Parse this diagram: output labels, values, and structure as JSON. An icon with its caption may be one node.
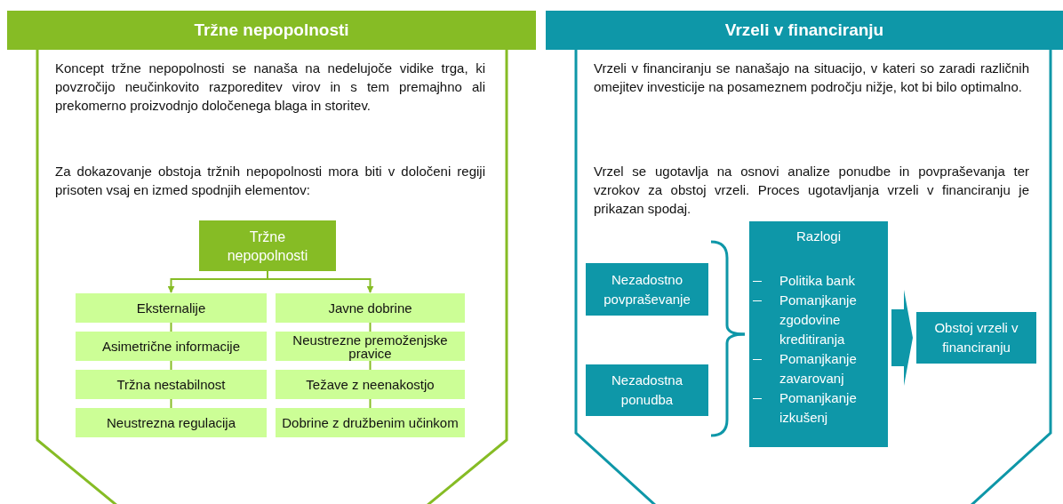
{
  "diagram": {
    "nodes": [
      {
        "text": [
          "Tržne nepopolnosti",
          "Koncept tržne nepopolnosti se nanaša na nedelujoče vidike trga, ki povzročijo neučinkovito razporeditev virov in s tem premajhno ali prekomerno proizvodnjo določenega blaga in storitev.",
          "Za dokazovanje obstoja tržnih nepopolnosti mora biti v določeni regiji prisoten vsaj en izmed spodnjih elementov:"
        ]
      },
      {
        "text": [
          "Tržne nepopolnosti"
        ],
        "in": 0
      },
      {
        "text": [
          "Eksternalije"
        ],
        "in": 0
      },
      {
        "text": [
          "Javne dobrine"
        ],
        "in": 0
      },
      {
        "text": [
          "Asimetrične informacije"
        ],
        "in": 0
      },
      {
        "text": [
          "Neustrezne premoženjske pravice"
        ],
        "in": 0
      },
      {
        "text": [
          "Tržna nestabilnost"
        ],
        "in": 0
      },
      {
        "text": [
          "Težave z neenakostjo"
        ],
        "in": 0
      },
      {
        "text": [
          "Neustrezna regulacija"
        ],
        "in": 0
      },
      {
        "text": [
          "Dobrine z družbenim učinkom"
        ],
        "in": 0
      },
      {
        "text": [
          "Vrzeli v financiranju",
          "Vrzeli v financiranju se nanašajo na situacijo, v kateri so zaradi različnih omejitev investicije na posameznem področju nižje, kot bi bilo optimalno.",
          "Vrzel se ugotavlja na osnovi analize ponudbe in povpraševanja ter vzrokov za obstoj vrzeli. Proces ugotavljanja vrzeli v financiranju je prikazan spodaj."
        ]
      },
      {
        "text": [
          "Nezadostno povpraševanje"
        ],
        "in": 10
      },
      {
        "text": [
          "Nezadostna ponudba"
        ],
        "in": 10
      },
      {
        "text": [
          "Razlogi",
          "Politika bank",
          "Pomanjkanje zgodovine kreditiranja",
          "Pomanjkanje zavarovanj",
          "Pomanjkanje izkušenj"
        ],
        "in": 10
      },
      {
        "text": [
          "Obstoj vrzeli v financiranju"
        ],
        "in": 10
      }
    ],
    "edges": [
      {
        "from": 1,
        "to": 2,
        "arrow": "to"
      },
      {
        "from": 1,
        "to": 3,
        "arrow": "to"
      },
      {
        "from": 2,
        "to": 4,
        "arrow": "none"
      },
      {
        "from": 4,
        "to": 6,
        "arrow": "none"
      },
      {
        "from": 6,
        "to": 8,
        "arrow": "none"
      },
      {
        "from": 3,
        "to": 5,
        "arrow": "none"
      },
      {
        "from": 5,
        "to": 7,
        "arrow": "none"
      },
      {
        "from": 7,
        "to": 9,
        "arrow": "none"
      },
      {
        "from": 11,
        "to": 13,
        "arrow": "none",
        "color": "#0e97a8"
      },
      {
        "from": 12,
        "to": 13,
        "arrow": "none",
        "color": "#0e97a8"
      },
      {
        "from": 13,
        "to": 14,
        "arrow": "to",
        "style": "thick",
        "color": "#0e97a8"
      }
    ]
  }
}
